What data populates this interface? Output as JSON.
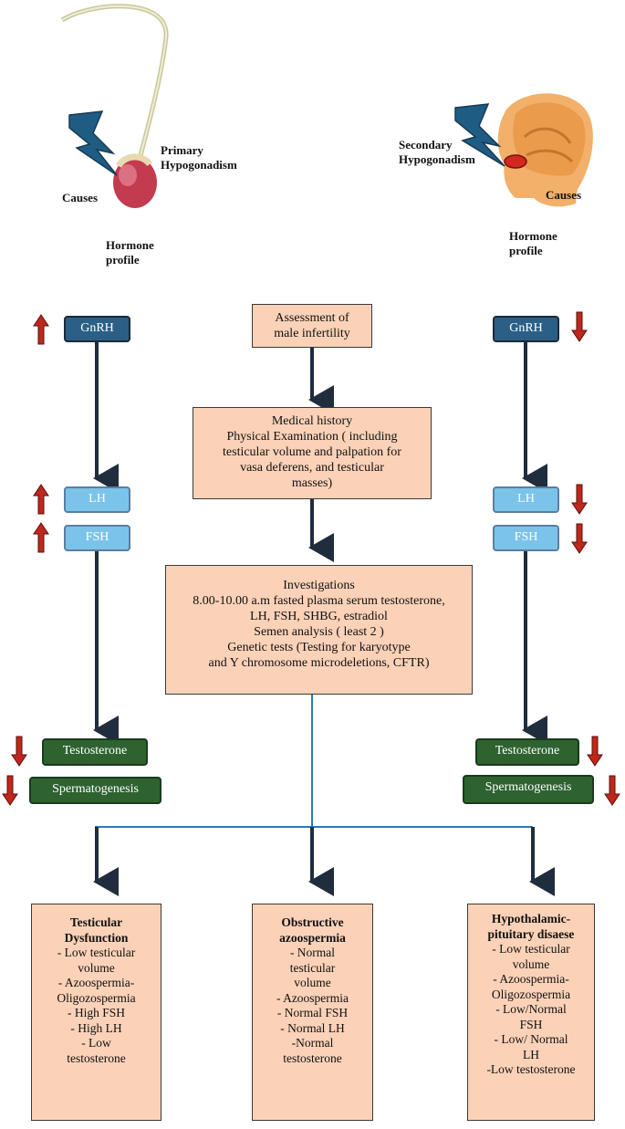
{
  "left_panel": {
    "primary_label": "Primary\nHypogonadism",
    "causes_label": "Causes",
    "hormone_profile_label": "Hormone\nprofile"
  },
  "right_panel": {
    "secondary_label": "Secondary\nHypogonadism",
    "causes_label": "Causes",
    "hormone_profile_label": "Hormone\nprofile"
  },
  "flow": {
    "assessment": "Assessment of\nmale infertility",
    "history": "Medical history\nPhysical Examination ( including\ntesticular volume and palpation for\nvasa deferens, and testicular\nmasses)",
    "investigations": "Investigations\n8.00-10.00 a.m fasted plasma serum testosterone,\nLH, FSH, SHBG, estradiol\nSemen analysis ( least 2 )\nGenetic tests (Testing for karyotype\nand Y chromosome microdeletions, CFTR)"
  },
  "hormones": {
    "gnrh": "GnRH",
    "lh": "LH",
    "fsh": "FSH",
    "testosterone": "Testosterone",
    "spermatogenesis": "Spermatogenesis"
  },
  "outcomes": [
    {
      "title": "Testicular\nDysfunction",
      "items": [
        "-  Low testicular\nvolume",
        "-  Azoospermia-\nOligozospermia",
        "-  High FSH",
        "-  High LH",
        "-  Low\ntestosterone"
      ]
    },
    {
      "title": "Obstructive\nazoospermia",
      "items": [
        "-  Normal\ntesticular\nvolume",
        "-  Azoospermia",
        "-  Normal FSH",
        "-  Normal LH",
        "-Normal\ntestosterone"
      ]
    },
    {
      "title": "Hypothalamic-\npituitary disaese",
      "items": [
        "-  Low testicular\nvolume",
        "-  Azoospermia-\nOligozospermia",
        "-  Low/Normal\nFSH",
        "-  Low/ Normal\nLH",
        "-Low  testosterone"
      ]
    }
  ],
  "colors": {
    "peach": "#fbd2b8",
    "gnrh_blue": "#2b5f86",
    "light_blue": "#7cc3ea",
    "green": "#2e6231",
    "arrow_red": "#c0271c",
    "connector": "#2a7ab0"
  },
  "icons": [
    "lightning-bolt-icon",
    "testis-illustration",
    "brain-illustration",
    "up-arrow-icon",
    "down-arrow-icon"
  ]
}
